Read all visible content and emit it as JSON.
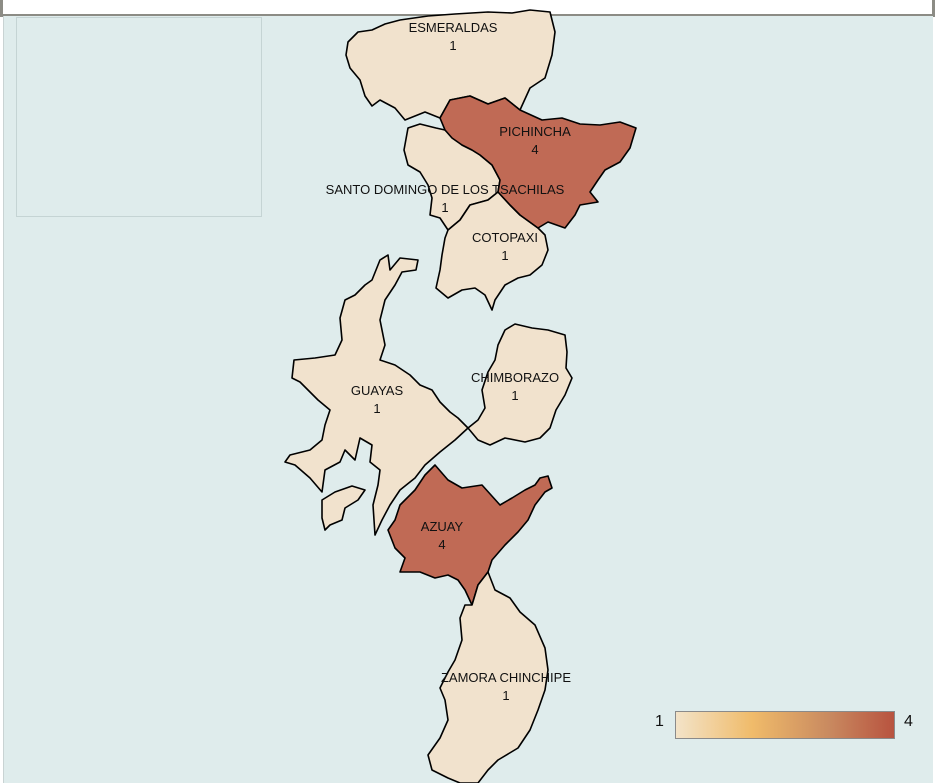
{
  "colors": {
    "water": "#dfecec",
    "low": "#f1e2cd",
    "high": "#c06a55",
    "border": "#000000"
  },
  "legend": {
    "min": "1",
    "max": "4"
  },
  "provinces": [
    {
      "name": "ESMERALDAS",
      "value": "1"
    },
    {
      "name": "PICHINCHA",
      "value": "4"
    },
    {
      "name": "SANTO DOMINGO DE LOS TSACHILAS",
      "value": "1"
    },
    {
      "name": "COTOPAXI",
      "value": "1"
    },
    {
      "name": "GUAYAS",
      "value": "1"
    },
    {
      "name": "CHIMBORAZO",
      "value": "1"
    },
    {
      "name": "AZUAY",
      "value": "4"
    },
    {
      "name": "ZAMORA CHINCHIPE",
      "value": "1"
    }
  ]
}
